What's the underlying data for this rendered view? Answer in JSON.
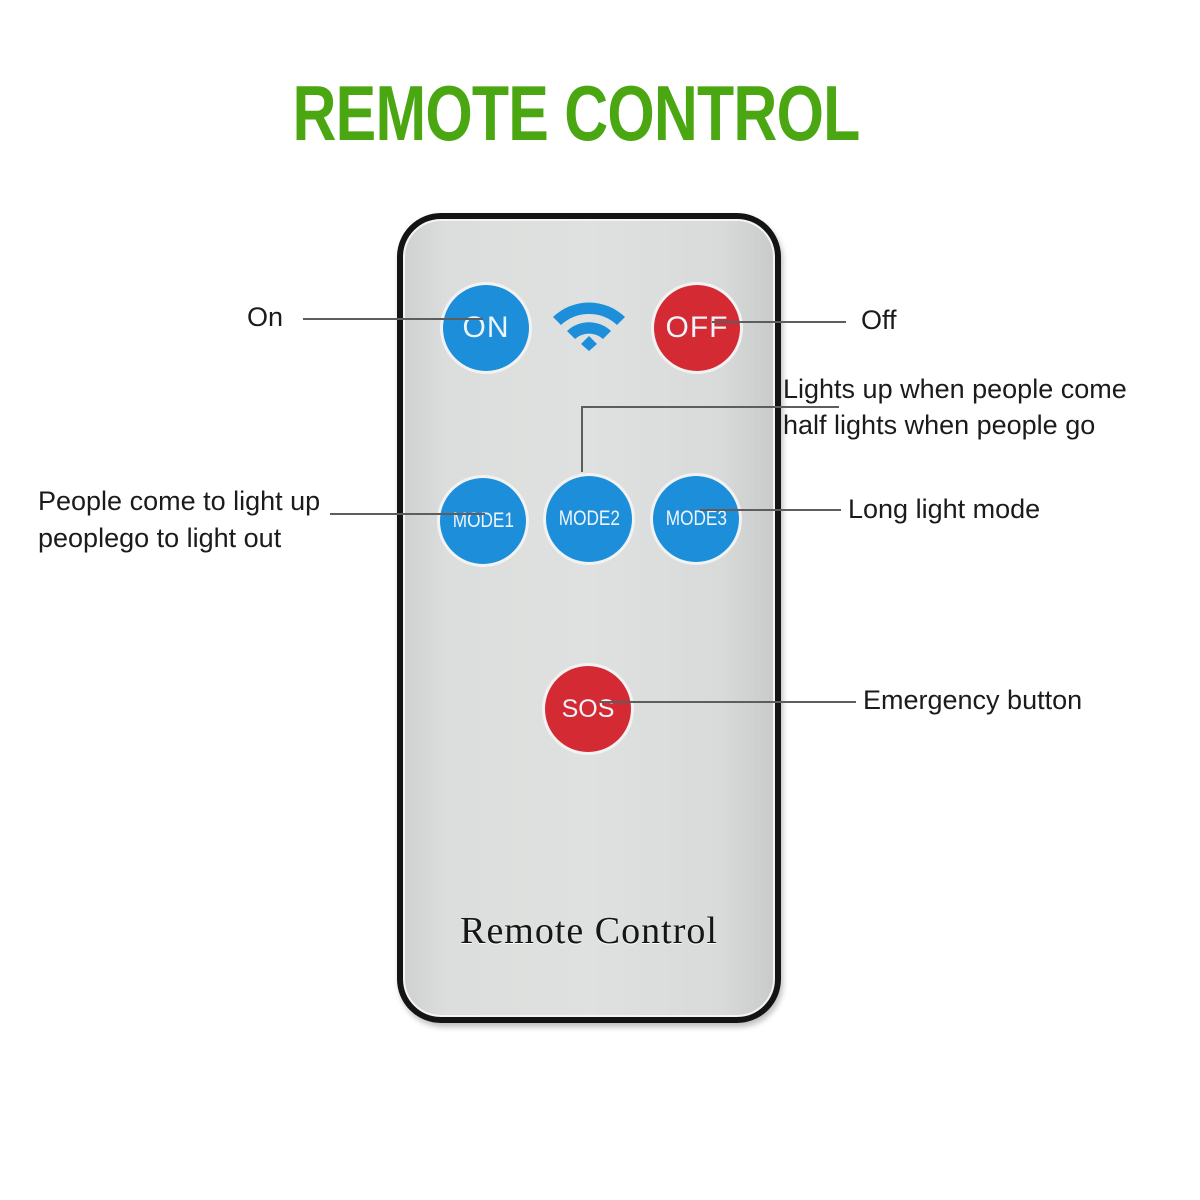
{
  "title": "REMOTE CONTROL",
  "colors": {
    "title_green": "#4aa712",
    "button_blue": "#1d8fda",
    "button_red": "#d42a34",
    "remote_body": "#dfe1e0",
    "remote_border": "#141414"
  },
  "remote": {
    "buttons": {
      "on": {
        "label": "ON",
        "color": "blue"
      },
      "wifi": {
        "icon": "wifi-icon",
        "color": "blue"
      },
      "off": {
        "label": "OFF",
        "color": "red"
      },
      "mode1": {
        "label": "MODE1",
        "color": "blue"
      },
      "mode2": {
        "label": "MODE2",
        "color": "blue"
      },
      "mode3": {
        "label": "MODE3",
        "color": "blue"
      },
      "sos": {
        "label": "SOS",
        "color": "red"
      }
    },
    "bottom_label": "Remote Control"
  },
  "callouts": {
    "on": "On",
    "off": "Off",
    "mode2_line1": "Lights up when people come",
    "mode2_line2": "half lights when people go",
    "mode1_line1": "People come to light up",
    "mode1_line2": "peoplego to light out",
    "mode3": "Long light mode",
    "sos": "Emergency button"
  }
}
